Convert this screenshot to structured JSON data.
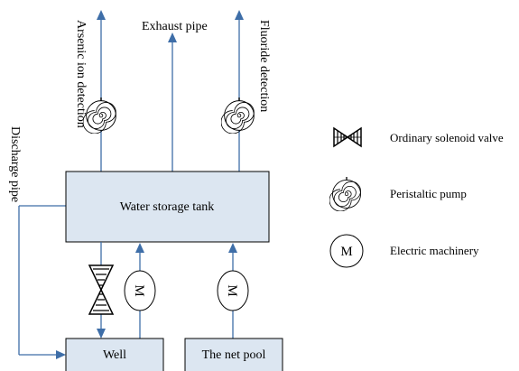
{
  "labels": {
    "arsenic_detection": "Arsenic ion detection",
    "exhaust_pipe": "Exhaust pipe",
    "fluoride_detection": "Fluoride  detection",
    "discharge_pipe": "Discharge pipe",
    "water_storage_tank": "Water storage tank",
    "well": "Well",
    "net_pool": "The net pool",
    "motor_symbol": "M"
  },
  "legend": {
    "solenoid_valve": "Ordinary solenoid valve",
    "peristaltic_pump": "Peristaltic pump",
    "electric_machinery": "Electric machinery",
    "motor_symbol": "M"
  },
  "colors": {
    "pipe": "#3e6ea8",
    "tank_fill": "#dce6f1"
  },
  "icons": {
    "valve": "bowtie-valve-icon",
    "pump": "spiral-pump-icon",
    "motor": "circle-m-motor-icon"
  }
}
